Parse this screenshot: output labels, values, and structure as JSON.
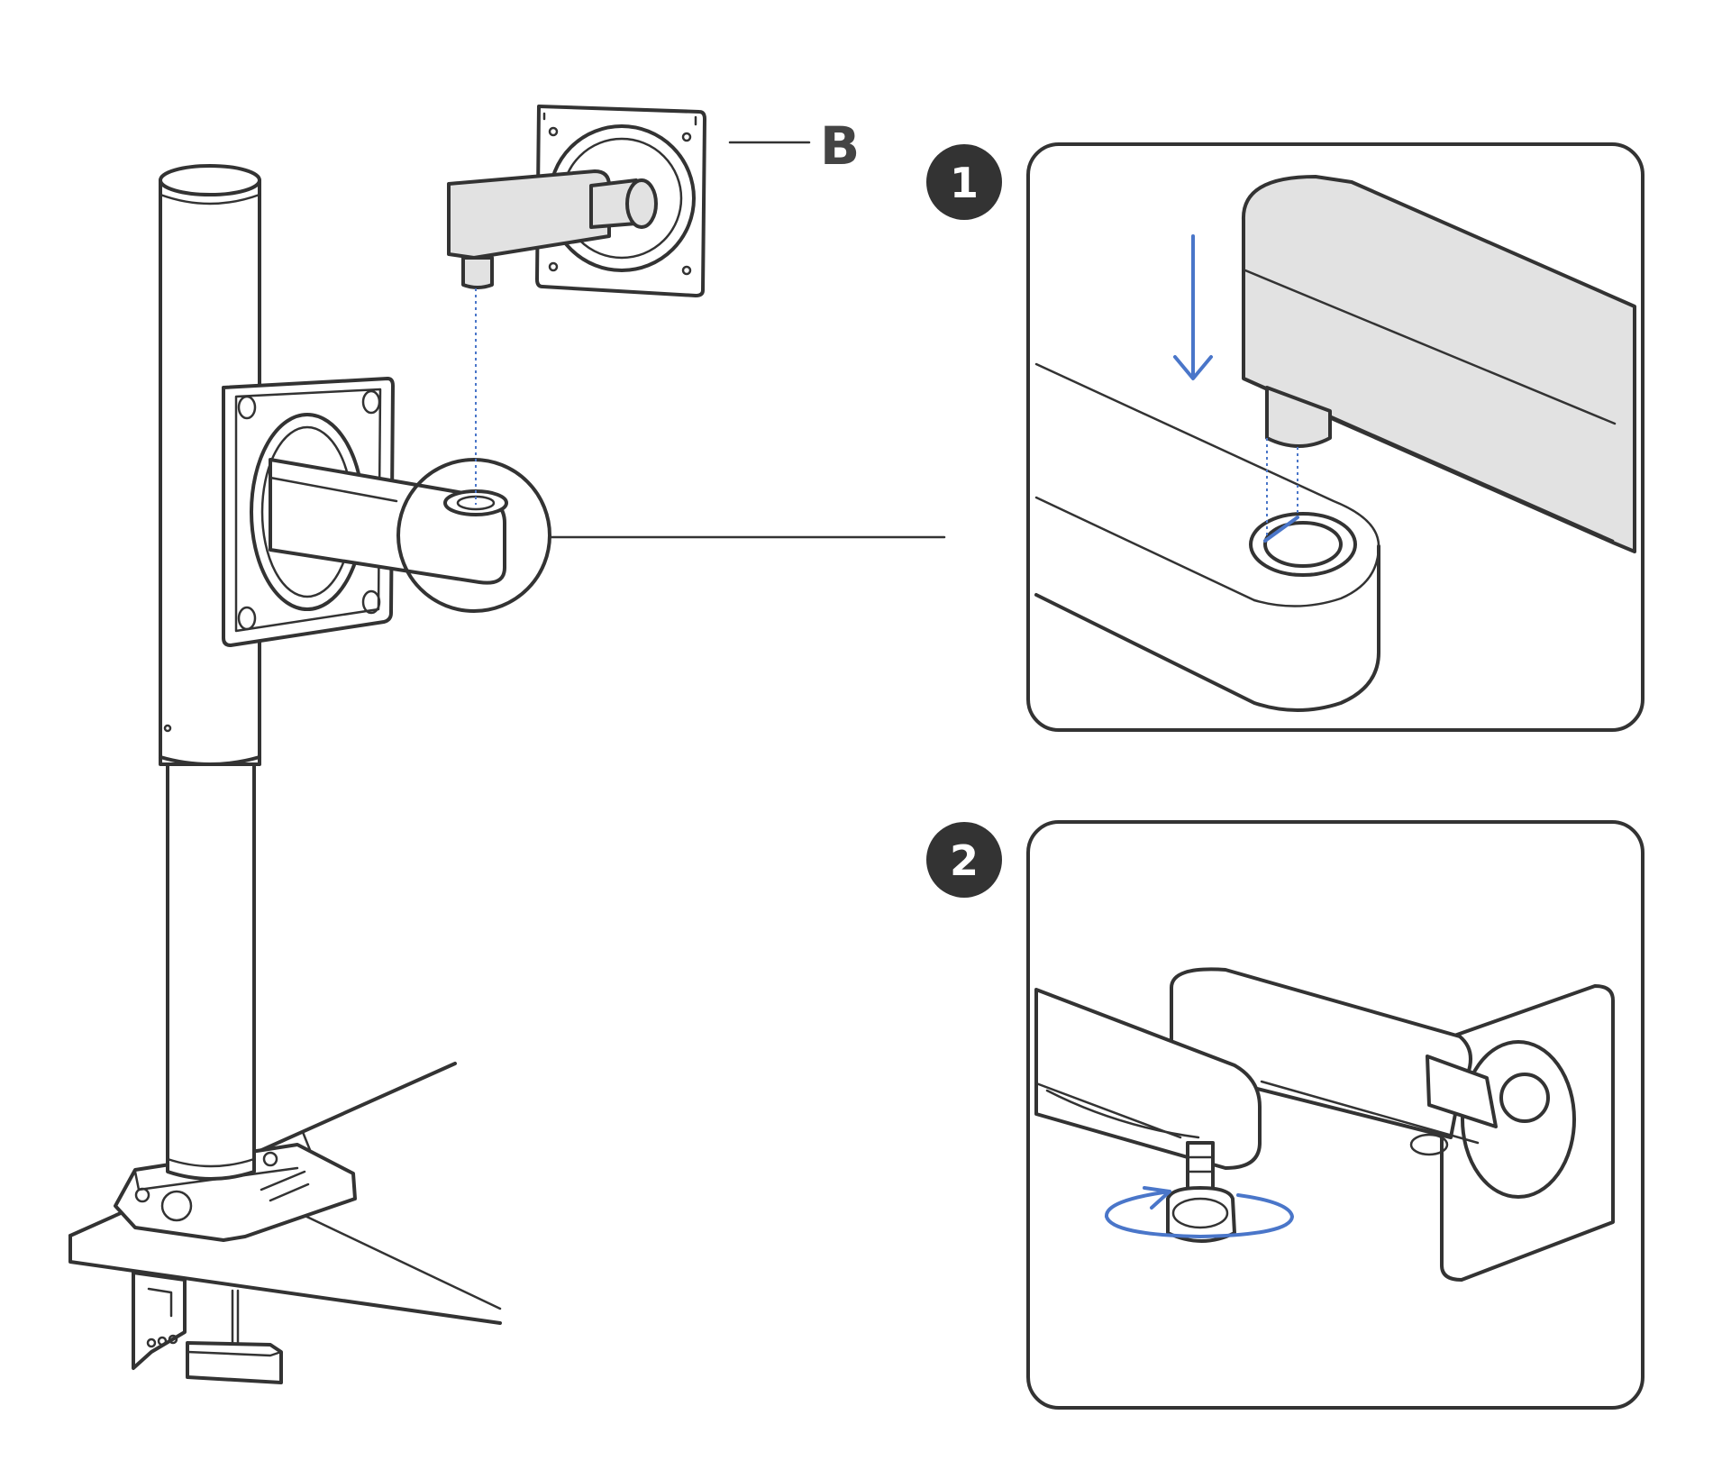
{
  "labels": {
    "part": "B",
    "step_1": "1",
    "step_2": "2"
  },
  "colors": {
    "line": "#333333",
    "accent_blue": "#4a76c9",
    "part_fill": "#e2e2e2",
    "badge": "#333333",
    "background": "#ffffff"
  }
}
